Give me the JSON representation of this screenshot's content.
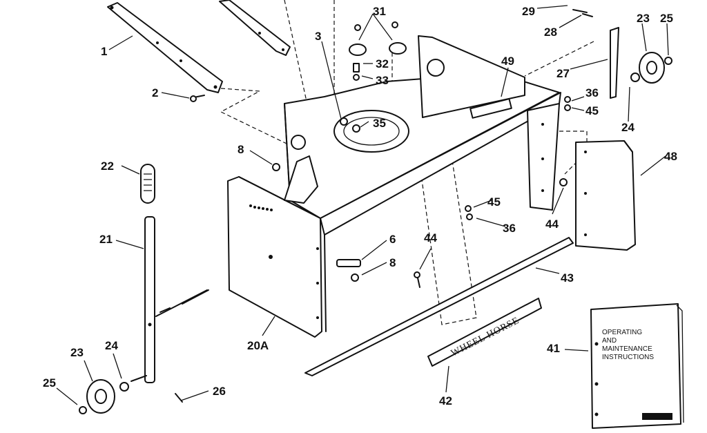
{
  "callouts": {
    "c1": "1",
    "c2": "2",
    "c3": "3",
    "c6": "6",
    "c8a": "8",
    "c8b": "8",
    "c20a": "20A",
    "c21": "21",
    "c22": "22",
    "c23a": "23",
    "c23b": "23",
    "c24a": "24",
    "c24b": "24",
    "c25a": "25",
    "c25b": "25",
    "c26": "26",
    "c27": "27",
    "c28": "28",
    "c29": "29",
    "c31": "31",
    "c32": "32",
    "c33": "33",
    "c35": "35",
    "c36a": "36",
    "c36b": "36",
    "c41": "41",
    "c42": "42",
    "c43": "43",
    "c44a": "44",
    "c44b": "44",
    "c45a": "45",
    "c45b": "45",
    "c48": "48",
    "c49": "49"
  },
  "manual": {
    "line1": "OPERATING",
    "line2": "AND",
    "line3": "MAINTENANCE",
    "line4": "INSTRUCTIONS"
  },
  "decal": {
    "brand": "WHEEL HORSE"
  }
}
